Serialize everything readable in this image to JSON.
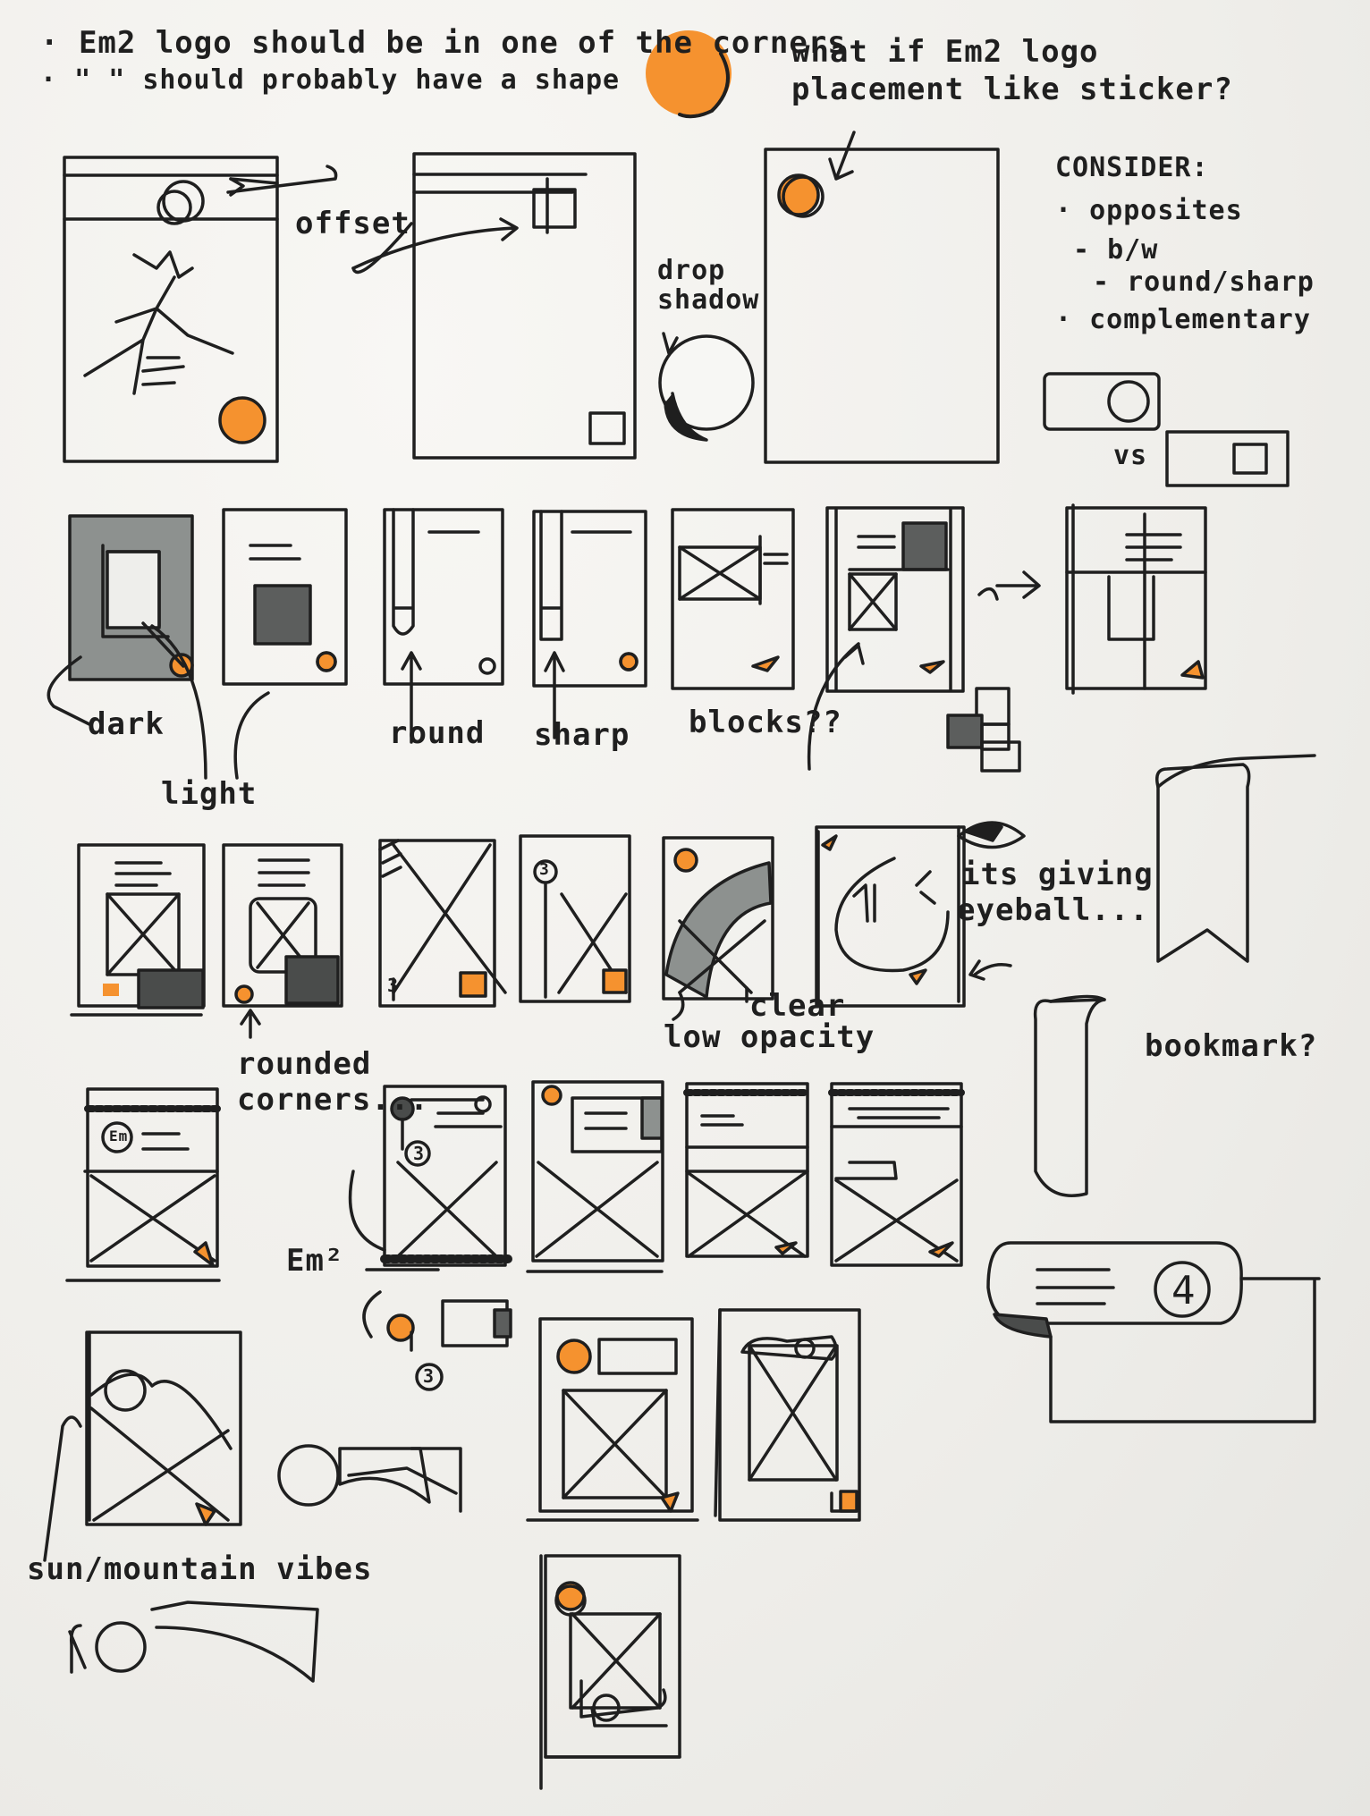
{
  "notes": {
    "top_1": "· Em2 logo should be in one of the corners",
    "top_2": "· \" \" should probably have a shape",
    "top_right_1": "what if Em2 logo",
    "top_right_2": "placement like sticker?",
    "offset": "offset",
    "drop_shadow_1": "drop",
    "drop_shadow_2": "shadow",
    "consider_title": "CONSIDER:",
    "consider_1": "· opposites",
    "consider_2": "- b/w",
    "consider_3": "- round/sharp",
    "consider_4": "· complementary",
    "vs": "vs",
    "dark": "dark",
    "light": "light",
    "round": "round",
    "sharp": "sharp",
    "blocks": "blocks??",
    "eyeball_1": "its giving",
    "eyeball_2": "eyeball...",
    "clear": "clear",
    "low_opacity": "low opacity",
    "rounded_1": "rounded",
    "rounded_2": "corners...",
    "bookmark": "bookmark?",
    "em2": "Em²",
    "sun_mountain": "sun/mountain vibes",
    "number_3": "3",
    "number_4": "4",
    "em_badge": "Em"
  },
  "colors": {
    "ink": "#1f1f1f",
    "orange": "#f5922f",
    "marker_gray": "#8d918f",
    "paper": "#f2f1ee"
  }
}
